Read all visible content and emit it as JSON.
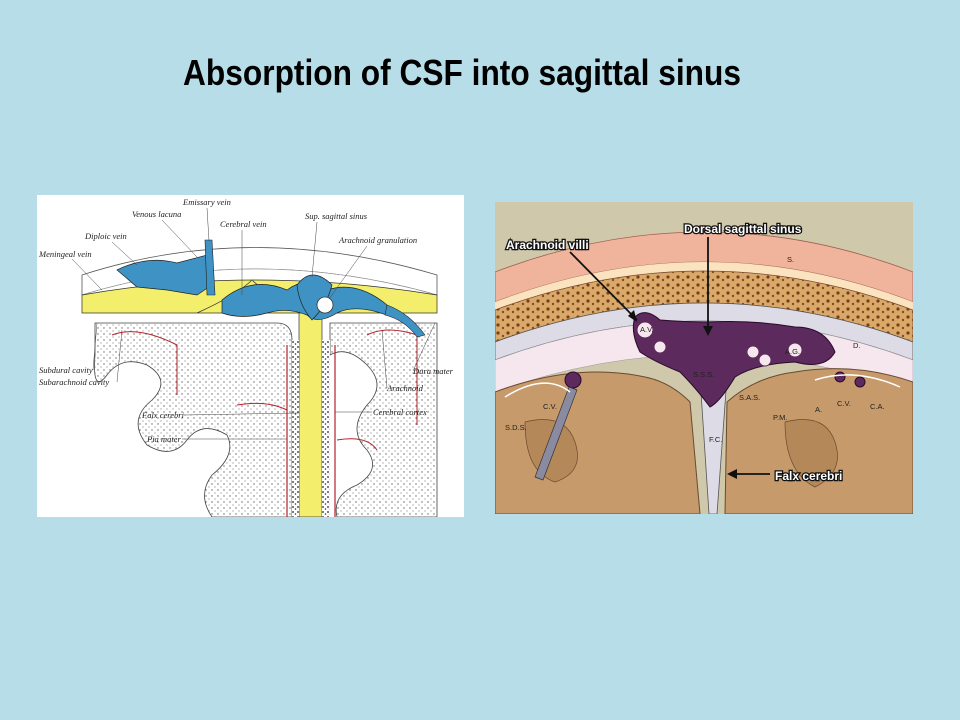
{
  "slide": {
    "title": "Absorption of CSF into sagittal sinus"
  },
  "left_diagram": {
    "labels": {
      "emissary_vein": "Emissary vein",
      "venous_lacuna": "Venous lacuna",
      "diploic_vein": "Diploic vein",
      "cerebral_vein": "Cerebral vein",
      "sup_sagittal_sinus": "Sup. sagittal sinus",
      "arachnoid_granulation": "Arachnoid granulation",
      "meningeal_vein": "Meningeal vein",
      "subdural_cavity": "Subdural cavity",
      "subarachnoid_cavity": "Subarachnoid cavity",
      "dura_mater": "Dura mater",
      "arachnoid": "Arachnoid",
      "falx_cerebri": "Falx cerebri",
      "cerebral_cortex": "Cerebral cortex",
      "pia_mater": "Pia mater"
    }
  },
  "right_diagram": {
    "labels": {
      "arachnoid_villi": "Arachnoid villi",
      "dorsal_sagittal_sinus": "Dorsal sagittal sinus",
      "falx_cerebri": "Falx cerebri",
      "s": "S.",
      "d": "D.",
      "av": "A.V.",
      "sss": "S.S.S.",
      "ag": "A.G.",
      "cv_left": "C.V.",
      "sds": "S.D.S.",
      "sas": "S.A.S.",
      "pm": "P.M.",
      "a": "A.",
      "cv_right": "C.V.",
      "ca": "C.A.",
      "fc": "F.C."
    }
  }
}
